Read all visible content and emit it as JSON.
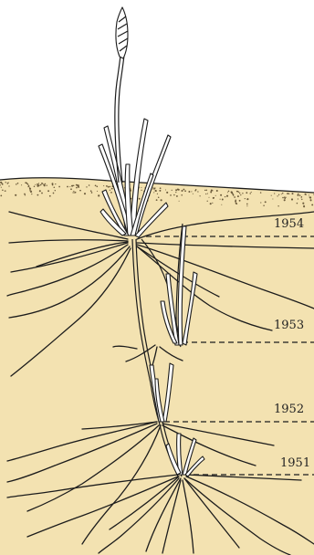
{
  "labels": {
    "y1954": "1954",
    "y1953": "1953",
    "y1952": "1952",
    "y1951": "1951"
  },
  "colors": {
    "soil": "#f3e2b1",
    "ink": "#1c1c1c",
    "sky": "#ffffff"
  }
}
